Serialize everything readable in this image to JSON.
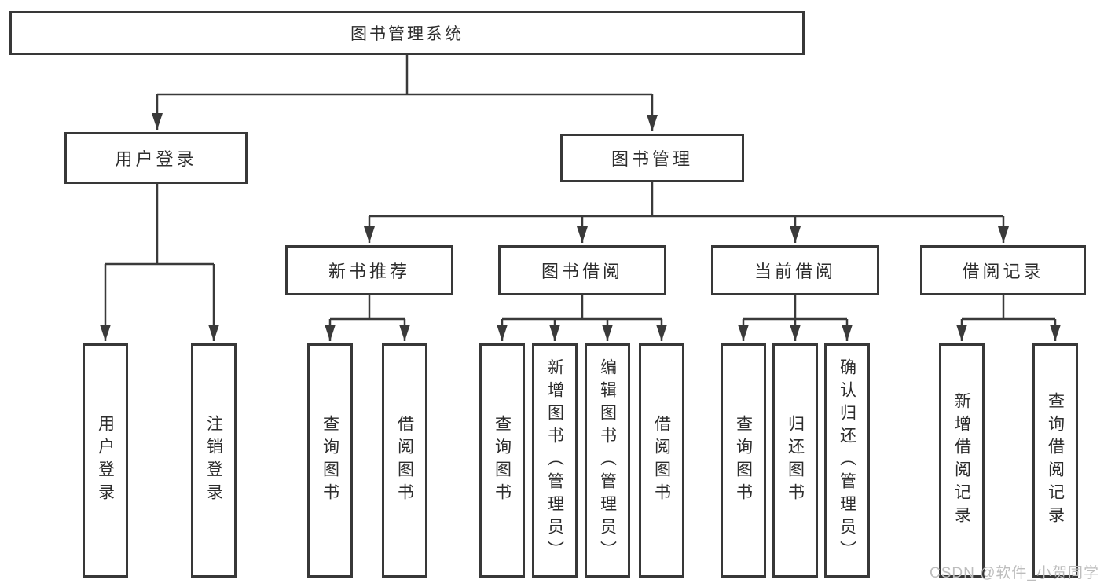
{
  "colors": {
    "line": "#3a3a3a",
    "box_border": "#383838",
    "text": "#2d2d2d",
    "background": "#ffffff",
    "watermark_text_color": "#bdbdbd"
  },
  "watermark": "CSDN @软件_小贺同学",
  "tree": {
    "label": "图书管理系统",
    "children": [
      {
        "label": "用户登录",
        "children": [
          {
            "label": "用户登录"
          },
          {
            "label": "注销登录"
          }
        ]
      },
      {
        "label": "图书管理",
        "children": [
          {
            "label": "新书推荐",
            "children": [
              {
                "label": "查询图书"
              },
              {
                "label": "借阅图书"
              }
            ]
          },
          {
            "label": "图书借阅",
            "children": [
              {
                "label": "查询图书"
              },
              {
                "label": "新增图书（管理员）"
              },
              {
                "label": "编辑图书（管理员）"
              },
              {
                "label": "借阅图书"
              }
            ]
          },
          {
            "label": "当前借阅",
            "children": [
              {
                "label": "查询图书"
              },
              {
                "label": "归还图书"
              },
              {
                "label": "确认归还（管理员）"
              }
            ]
          },
          {
            "label": "借阅记录",
            "children": [
              {
                "label": "新增借阅记录"
              },
              {
                "label": "查询借阅记录"
              }
            ]
          }
        ]
      }
    ]
  }
}
